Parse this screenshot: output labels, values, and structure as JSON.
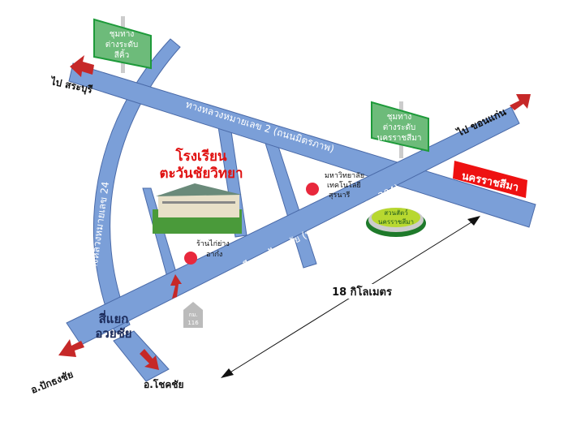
{
  "roads": {
    "hwy2": "ทางหลวงหมายเลข 2 (ถนนมิตรภาพ)",
    "hwy304": "ถนนราชสีมา - ปักธงชัย (ทางหลวงหมายเลข 304)",
    "hwy24": "ทางหลวงหมายเลข 24"
  },
  "school": {
    "line1": "โรงเรียน",
    "line2": "ตะวันชัยวิทยา"
  },
  "signs": {
    "sikhio": [
      "ชุมทาง",
      "ต่างระดับ",
      "สีคิ้ว"
    ],
    "korat": [
      "ชุมทาง",
      "ต่างระดับ",
      "นครราชสีมา"
    ],
    "city": "นครราชสีมา"
  },
  "directions": {
    "saraburi": "ไป สระบุรี",
    "khonkaen": "ไป ขอนแก่น",
    "pakthongchai": "อ.ปักธงชัย",
    "chokchai": "อ.โชคชัย"
  },
  "landmarks": {
    "university": [
      "มหาวิทยาลัย",
      "เทคโนโลยี",
      "สุรนารี"
    ],
    "zoo": [
      "สวนสัตว์",
      "นครราชสีมา"
    ],
    "restaurant": [
      "ร้านไก่ย่าง",
      "อาก๋ง"
    ],
    "junction": [
      "สี่แยก",
      "อวยชัย"
    ],
    "km_marker": [
      "กม.",
      "116"
    ]
  },
  "distance": "18 กิโลเมตร",
  "colors": {
    "road": "#7b9fd8",
    "arrow": "#c62828",
    "sign_green": "#6dbb7a",
    "school": "#e01010"
  }
}
